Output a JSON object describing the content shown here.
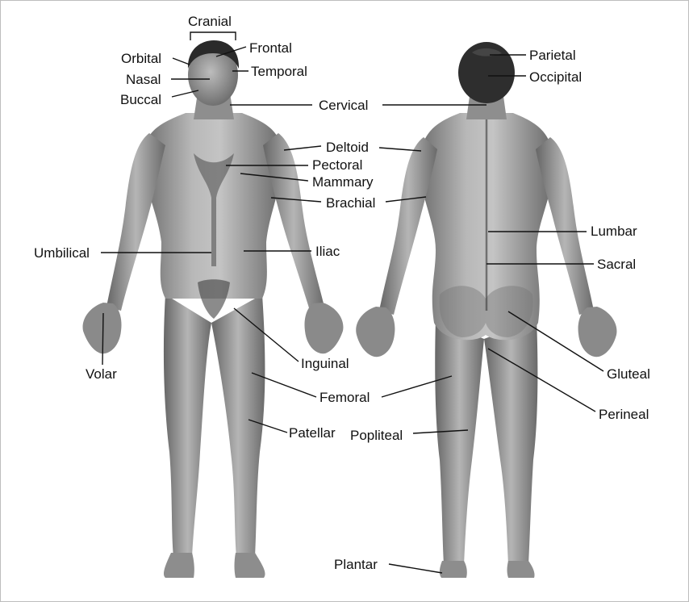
{
  "labels": {
    "cranial": "Cranial",
    "frontal": "Frontal",
    "orbital": "Orbital",
    "temporal": "Temporal",
    "nasal": "Nasal",
    "buccal": "Buccal",
    "cervical": "Cervical",
    "deltoid": "Deltoid",
    "pectoral": "Pectoral",
    "mammary": "Mammary",
    "brachial": "Brachial",
    "umbilical": "Umbilical",
    "iliac": "Iliac",
    "inguinal": "Inguinal",
    "volar": "Volar",
    "femoral": "Femoral",
    "patellar": "Patellar",
    "popliteal": "Popliteal",
    "plantar": "Plantar",
    "parietal": "Parietal",
    "occipital": "Occipital",
    "lumbar": "Lumbar",
    "sacral": "Sacral",
    "gluteal": "Gluteal",
    "perineal": "Perineal"
  },
  "colors": {
    "skin_light": "#c9c9c9",
    "skin_mid": "#9a9a9a",
    "skin_dark": "#5c5c5c",
    "hair": "#2a2a2a",
    "text": "#111111"
  }
}
